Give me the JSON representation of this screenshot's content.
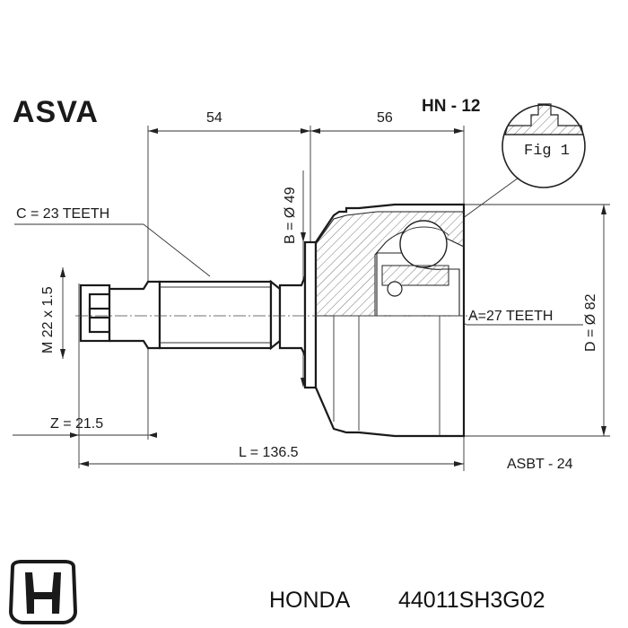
{
  "header": {
    "brand": "ASVA",
    "part_code": "HN - 12"
  },
  "figure_tag": "Fig 1",
  "dimensions": {
    "length_a": "54",
    "length_b": "56",
    "b_diameter": "B = Ø 49",
    "c_teeth": "C = 23 TEETH",
    "thread": "M 22 x 1.5",
    "a_teeth": "A=27 TEETH",
    "d_diameter": "D = Ø 82",
    "z_value": "Z = 21.5",
    "total_length": "L = 136.5"
  },
  "series_code": "ASBT - 24",
  "footer": {
    "maker": "HONDA",
    "part_number": "44011SH3G02"
  }
}
